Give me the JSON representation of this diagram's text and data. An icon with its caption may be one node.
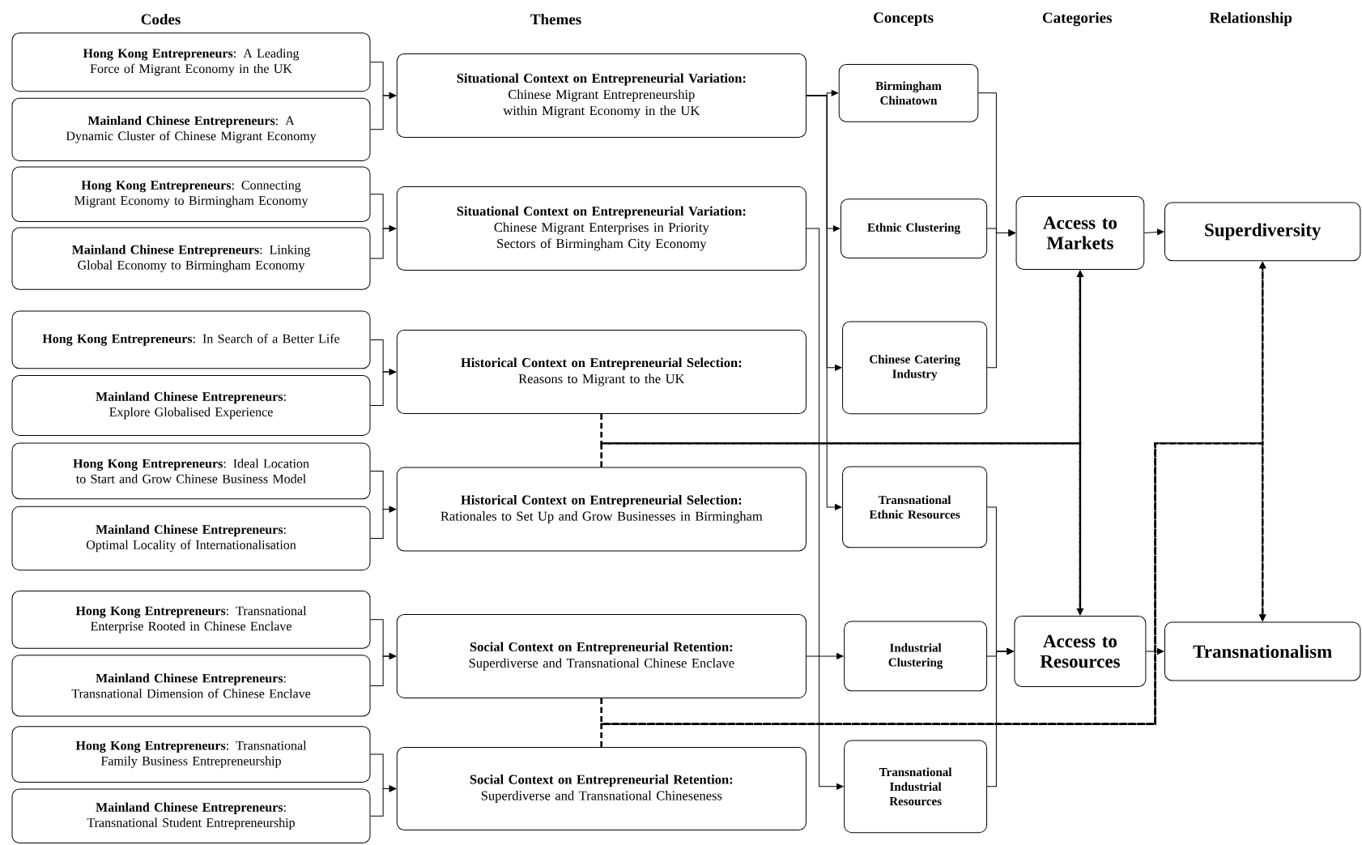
{
  "diagram": {
    "nodes": [
      {
        "text": [
          "**Hong Kong Entrepreneurs**: A Leading Force of Migrant Economy in the UK"
        ]
      },
      {
        "text": [
          "**Mainland Chinese Entrepreneurs**: A Dynamic Cluster of Chinese Migrant Economy"
        ]
      },
      {
        "text": [
          "**Hong Kong Entrepreneurs**: Connecting Migrant Economy to Birmingham Economy"
        ]
      },
      {
        "text": [
          "**Mainland Chinese Entrepreneurs**: Linking Global Economy to Birmingham Economy"
        ]
      },
      {
        "text": [
          "**Hong Kong Entrepreneurs**: In Search of a Better Life"
        ]
      },
      {
        "text": [
          "**Mainland Chinese Entrepreneurs**: Explore Globalised Experience"
        ]
      },
      {
        "text": [
          "**Hong Kong Entrepreneurs**: Ideal Location to Start and Grow Chinese Business Model"
        ]
      },
      {
        "text": [
          "**Mainland Chinese Entrepreneurs**: Optimal Locality of Internationalisation"
        ]
      },
      {
        "text": [
          "**Hong Kong Entrepreneurs**: Transnational Enterprise Rooted in Chinese Enclave"
        ]
      },
      {
        "text": [
          "**Mainland Chinese Entrepreneurs**: Transnational Dimension of Chinese Enclave"
        ]
      },
      {
        "text": [
          "**Hong Kong Entrepreneurs**: Transnational Family Business Entrepreneurship"
        ]
      },
      {
        "text": [
          "**Mainland Chinese Entrepreneurs**: Transnational Student Entrepreneurship"
        ]
      },
      {
        "text": [
          "Situational Context on Entrepreneurial Variation:",
          "Chinese Migrant Entrepreneurship within Migrant Economy in the UK"
        ]
      },
      {
        "text": [
          "Situational Context on Entrepreneurial Variation:",
          "Chinese Migrant Enterprises in Priority Sectors of Birmingham City Economy"
        ]
      },
      {
        "text": [
          "Historical Context on Entrepreneurial Selection:",
          "Reasons to Migrant to the UK"
        ]
      },
      {
        "text": [
          "Historical Context on Entrepreneurial Selection:",
          "Rationales to Set Up and Grow Businesses in Birmingham"
        ]
      },
      {
        "text": [
          "Social Context on Entrepreneurial Retention:",
          "Superdiverse and Transnational Chinese Enclave"
        ]
      },
      {
        "text": [
          "Social Context on Entrepreneurial Retention:",
          "Superdiverse and Transnational Chineseness"
        ]
      },
      {
        "text": [
          "Birmingham Chinatown"
        ]
      },
      {
        "text": [
          "Ethnic Clustering"
        ]
      },
      {
        "text": [
          "Chinese Catering Industry"
        ]
      },
      {
        "text": [
          "Transnational Ethnic Resources"
        ]
      },
      {
        "text": [
          "Industrial Clustering"
        ]
      },
      {
        "text": [
          "Transnational Industrial Resources"
        ]
      },
      {
        "text": [
          "Access to Markets"
        ]
      },
      {
        "text": [
          "Access to Resources"
        ]
      },
      {
        "text": [
          "Superdiversity"
        ]
      },
      {
        "text": [
          "Transnationalism"
        ]
      }
    ],
    "edges": [
      {
        "from": 0,
        "to": 12,
        "arrow": "to"
      },
      {
        "from": 1,
        "to": 12,
        "arrow": "to"
      },
      {
        "from": 2,
        "to": 13,
        "arrow": "to"
      },
      {
        "from": 3,
        "to": 13,
        "arrow": "to"
      },
      {
        "from": 4,
        "to": 14,
        "arrow": "to"
      },
      {
        "from": 5,
        "to": 14,
        "arrow": "to"
      },
      {
        "from": 6,
        "to": 15,
        "arrow": "to"
      },
      {
        "from": 7,
        "to": 15,
        "arrow": "to"
      },
      {
        "from": 8,
        "to": 16,
        "arrow": "to"
      },
      {
        "from": 9,
        "to": 16,
        "arrow": "to"
      },
      {
        "from": 10,
        "to": 17,
        "arrow": "to"
      },
      {
        "from": 11,
        "to": 17,
        "arrow": "to"
      },
      {
        "from": 12,
        "to": 18,
        "arrow": "to"
      },
      {
        "from": 12,
        "to": 19,
        "arrow": "to"
      },
      {
        "from": 12,
        "to": 20,
        "arrow": "to"
      },
      {
        "from": 12,
        "to": 21,
        "arrow": "to"
      },
      {
        "from": 13,
        "to": 23,
        "arrow": "to"
      },
      {
        "from": 16,
        "to": 22,
        "arrow": "to"
      },
      {
        "from": 18,
        "to": 24,
        "arrow": "to"
      },
      {
        "from": 19,
        "to": 24,
        "arrow": "to"
      },
      {
        "from": 20,
        "to": 24,
        "arrow": "to"
      },
      {
        "from": 21,
        "to": 25,
        "arrow": "to"
      },
      {
        "from": 22,
        "to": 25,
        "arrow": "to"
      },
      {
        "from": 23,
        "to": 25,
        "arrow": "to"
      },
      {
        "from": 24,
        "to": 26,
        "arrow": "to"
      },
      {
        "from": 25,
        "to": 27,
        "arrow": "to"
      },
      {
        "from": 14,
        "to": 24,
        "arrow": "to",
        "style": "dashed"
      },
      {
        "from": 14,
        "to": 25,
        "arrow": "to",
        "style": "dashed"
      },
      {
        "from": 15,
        "to": 24,
        "arrow": "to",
        "style": "dashed"
      },
      {
        "from": 15,
        "to": 25,
        "arrow": "to",
        "style": "dashed"
      },
      {
        "from": 16,
        "to": 26,
        "arrow": "to",
        "style": "dashed"
      },
      {
        "from": 16,
        "to": 27,
        "arrow": "to",
        "style": "dashed"
      },
      {
        "from": 17,
        "to": 26,
        "arrow": "to",
        "style": "dashed"
      },
      {
        "from": 17,
        "to": 27,
        "arrow": "to",
        "style": "dashed"
      }
    ],
    "labels": [
      "Codes",
      "Themes",
      "Concepts",
      "Categories",
      "Relationship"
    ]
  }
}
